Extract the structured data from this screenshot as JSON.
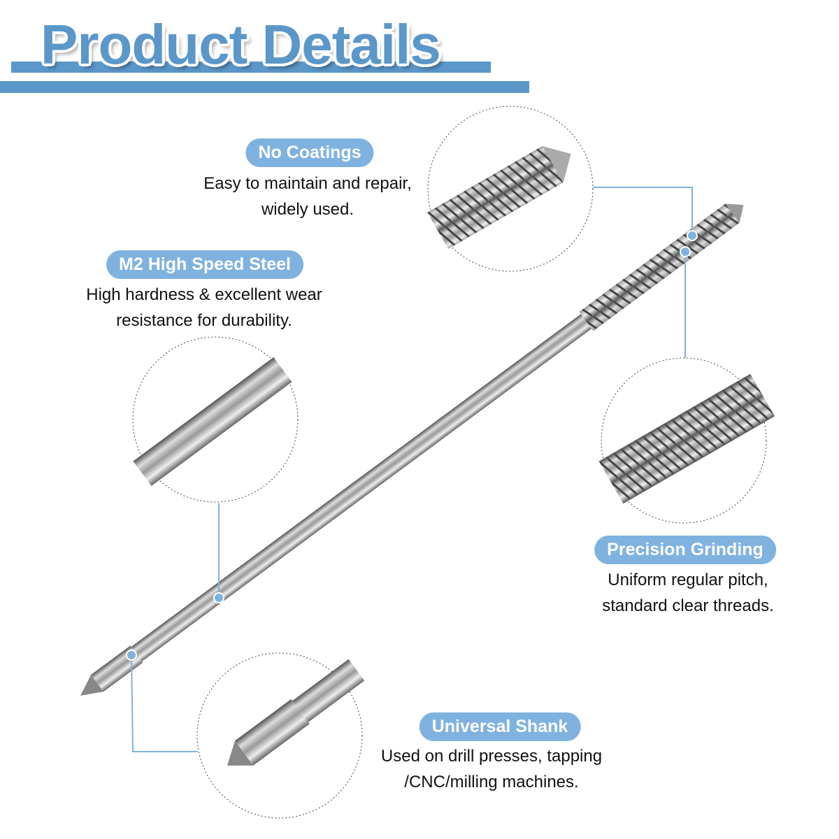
{
  "header": {
    "title": "Product Details"
  },
  "colors": {
    "accent": "#5b97c9",
    "pill": "#7fb2df",
    "connector": "#7fb2df"
  },
  "features": [
    {
      "label": "No Coatings",
      "lines": [
        "Easy to maintain and repair,",
        "widely used."
      ]
    },
    {
      "label": "M2 High Speed Steel",
      "lines": [
        "High hardness & excellent wear",
        "resistance for durability."
      ]
    },
    {
      "label": "Precision Grinding",
      "lines": [
        "Uniform regular pitch,",
        "standard clear threads."
      ]
    },
    {
      "label": "Universal Shank",
      "lines": [
        "Used on drill presses, tapping",
        "/CNC/milling machines."
      ]
    }
  ]
}
